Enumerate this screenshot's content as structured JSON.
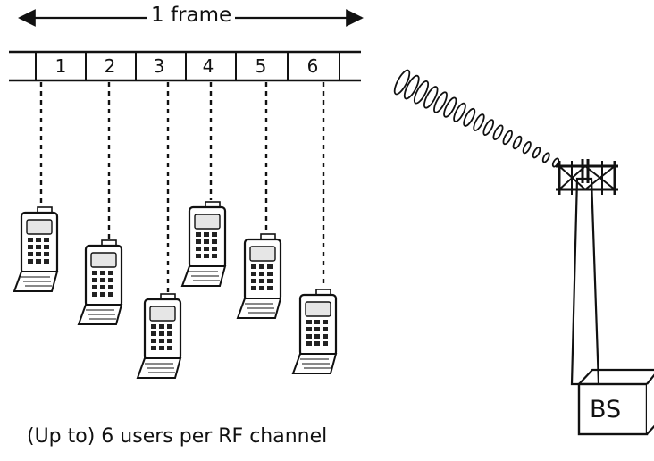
{
  "frame": {
    "label": "1 frame",
    "slots": [
      "1",
      "2",
      "3",
      "4",
      "5",
      "6"
    ]
  },
  "phones": [
    {
      "slot": "1",
      "icon": "handset-icon"
    },
    {
      "slot": "2",
      "icon": "handset-icon"
    },
    {
      "slot": "3",
      "icon": "handset-icon"
    },
    {
      "slot": "4",
      "icon": "handset-icon"
    },
    {
      "slot": "5",
      "icon": "handset-icon"
    },
    {
      "slot": "6",
      "icon": "handset-icon"
    }
  ],
  "base_station": {
    "label": "BS",
    "icon": "radio-tower-icon"
  },
  "radio_link": {
    "icon": "radio-wave-icon"
  },
  "caption": "(Up to) 6 users per RF channel"
}
